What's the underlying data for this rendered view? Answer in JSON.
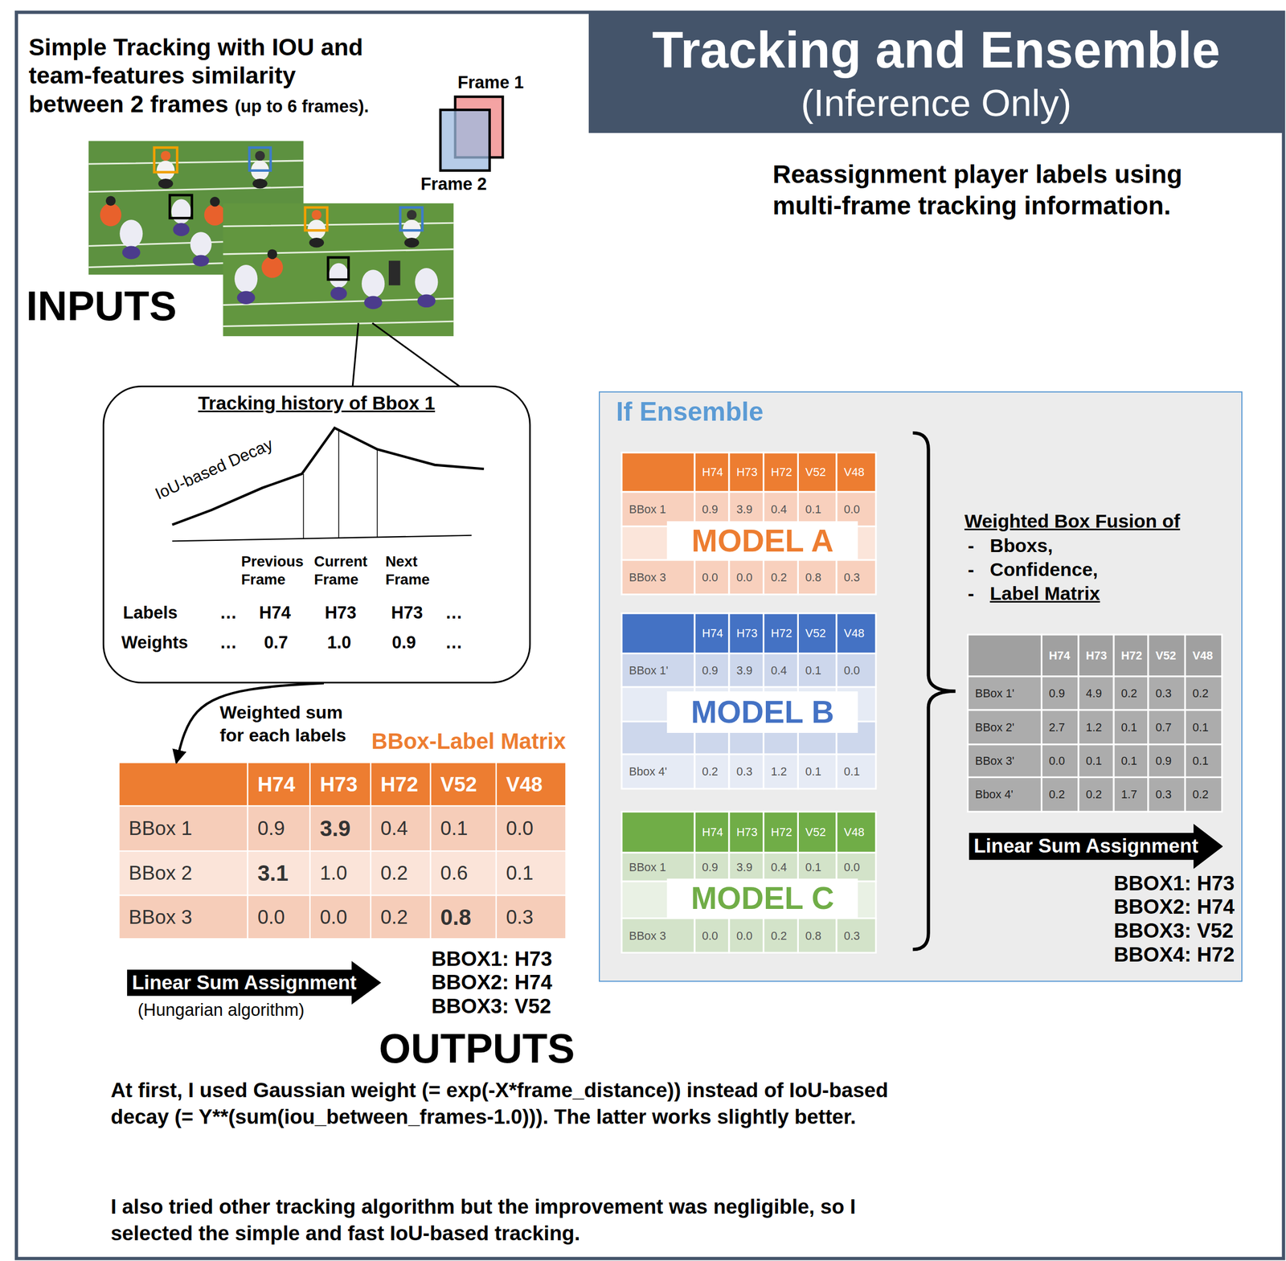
{
  "diagram": {
    "nodes": [
      {
        "text": [
          "Tracking and Ensemble",
          "(Inference Only)"
        ]
      },
      {
        "text": [
          "Tracking history of Bbox 1"
        ]
      },
      {
        "text": [
          "BBox-Label Matrix"
        ]
      },
      {
        "text": [
          "Linear Sum Assignment"
        ]
      },
      {
        "text": [
          "If Ensemble"
        ]
      },
      {
        "text": [
          "MODEL A"
        ],
        "in": 4
      },
      {
        "text": [
          "MODEL B"
        ],
        "in": 4
      },
      {
        "text": [
          "MODEL C"
        ],
        "in": 4
      },
      {
        "text": [
          "Linear Sum Assignment"
        ],
        "in": 4
      }
    ],
    "edges": [
      {
        "from": 1,
        "to": 2,
        "arrow": "to",
        "label": "Weighted sum for each labels"
      }
    ],
    "labels": [
      "Simple Tracking with IOU and team-features similarity between 2 frames",
      "(up to 6 frames).",
      "Frame 1",
      "Frame 2",
      "INPUTS",
      "Reassignment player labels using multi-frame tracking information.",
      "IoU-based Decay",
      "Previous Frame",
      "Current Frame",
      "Next Frame",
      "Labels",
      "…",
      "H74",
      "H73",
      "H73",
      "…",
      "Weights",
      "…",
      "0.7",
      "1.0",
      "0.9",
      "…",
      "H74",
      "H73",
      "H72",
      "V52",
      "V48",
      "BBox 1",
      "0.9",
      "3.9",
      "0.4",
      "0.1",
      "0.0",
      "BBox 2",
      "3.1",
      "1.0",
      "0.2",
      "0.6",
      "0.1",
      "BBox 3",
      "0.0",
      "0.0",
      "0.2",
      "0.8",
      "0.3",
      "(Hungarian algorithm)",
      "BBOX1: H73",
      "BBOX2: H74",
      "BBOX3: V52",
      "OUTPUTS",
      "At first, I used Gaussian weight (= exp(-X*frame_distance)) instead of IoU-based decay (= Y**(sum(iou_between_frames-1.0))). The latter works slightly better.",
      "I also tried other tracking algorithm but the improvement was negligible, so I selected the simple and fast IoU-based tracking.",
      "H74",
      "H73",
      "H72",
      "V52",
      "V48",
      "BBox 1",
      "0.9",
      "3.9",
      "0.4",
      "0.1",
      "0.0",
      "BBox 3",
      "0.0",
      "0.0",
      "0.2",
      "0.8",
      "0.3",
      "H74",
      "H73",
      "H72",
      "V52",
      "V48",
      "BBox 1'",
      "0.9",
      "3.9",
      "0.4",
      "0.1",
      "0.0",
      "Bbox 4'",
      "0.2",
      "0.3",
      "1.2",
      "0.1",
      "0.1",
      "H74",
      "H73",
      "H72",
      "V52",
      "V48",
      "BBox 1",
      "0.9",
      "3.9",
      "0.4",
      "0.1",
      "0.0",
      "BBox 3",
      "0.0",
      "0.0",
      "0.2",
      "0.8",
      "0.3",
      "Weighted Box Fusion of",
      "-",
      "Bboxs,",
      "-",
      "Confidence,",
      "-",
      "Label Matrix",
      "H74",
      "H73",
      "H72",
      "V52",
      "V48",
      "BBox 1'",
      "0.9",
      "4.9",
      "0.2",
      "0.3",
      "0.2",
      "BBox 2'",
      "2.7",
      "1.2",
      "0.1",
      "0.7",
      "0.1",
      "BBox 3'",
      "0.0",
      "0.1",
      "0.1",
      "0.9",
      "0.1",
      "Bbox 4'",
      "0.2",
      "0.2",
      "1.7",
      "0.3",
      "0.2",
      "BBOX1: H73",
      "BBOX2: H74",
      "BBOX3: V52",
      "BBOX4: H72"
    ]
  }
}
